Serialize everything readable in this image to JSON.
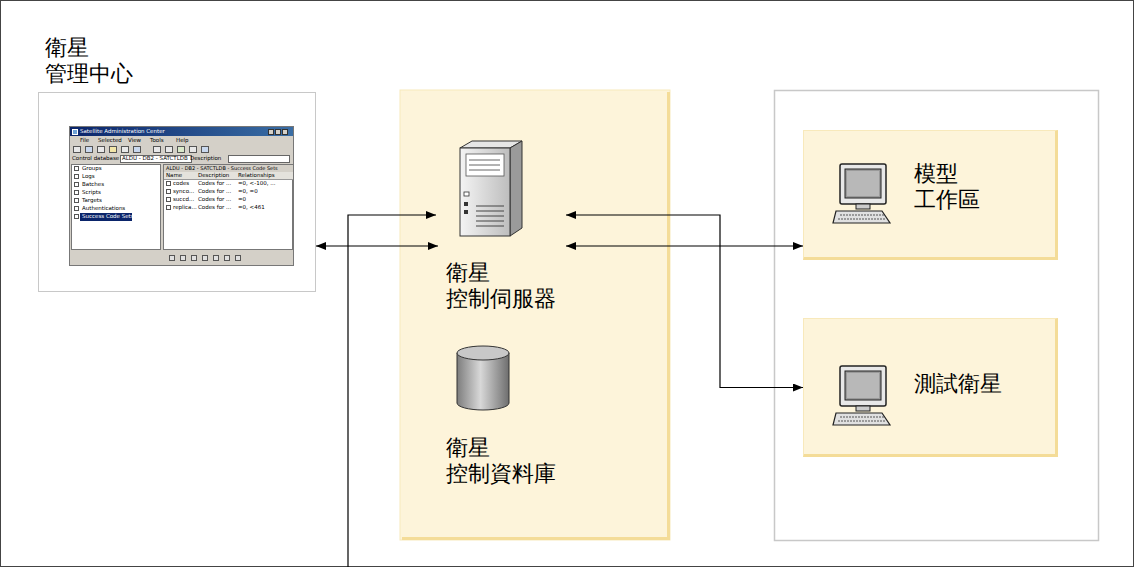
{
  "diagram": {
    "nodes": [
      {
        "text": [
          "衛星 管理中心"
        ]
      },
      {
        "text": [
          "衛星 控制伺服器"
        ]
      },
      {
        "text": [
          "衛星 控制資料庫"
        ]
      },
      {
        "text": [
          "模型 工作區"
        ]
      },
      {
        "text": [
          "測試衛星"
        ]
      }
    ],
    "edges": [
      {
        "from": 0,
        "to": 1,
        "arrow": "both"
      },
      {
        "from": 1,
        "to": 3,
        "arrow": "both"
      },
      {
        "from": 1,
        "to": 4,
        "arrow": "both"
      }
    ],
    "labels": [
      "Satellite Administration Center",
      "File",
      "Selected",
      "View",
      "Tools",
      "Help",
      "Control database",
      "ALDU - DB2 - SATCTLDB",
      "Description",
      "Groups",
      "Logs",
      "Batches",
      "Scripts",
      "Targets",
      "Authentications",
      "Success Code Sets",
      "ALDU - DB2 - SATCTLDB - Success Code Sets",
      "Name",
      "Description",
      "Relationships",
      "codes",
      "Codes for ...",
      "=0, <-100, ...",
      "synco...",
      "Codes for ...",
      "=0, =0",
      "succd...",
      "Codes for ...",
      "=0",
      "replica...",
      "Codes for ...",
      "=0, <461"
    ]
  }
}
